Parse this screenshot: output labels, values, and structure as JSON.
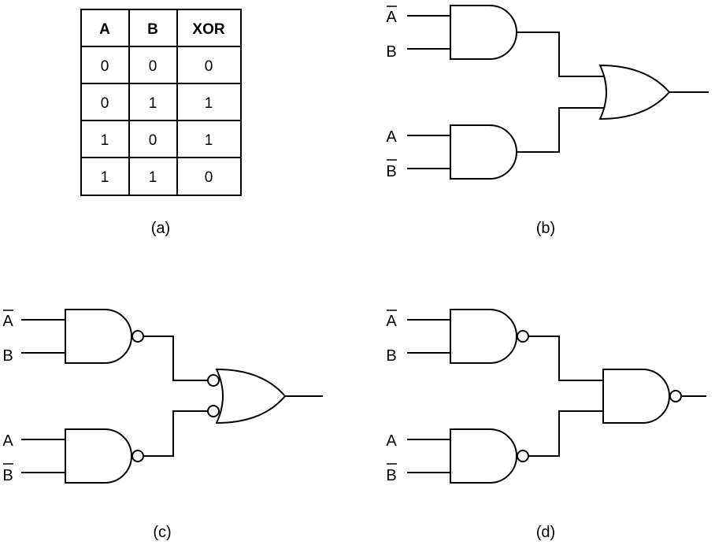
{
  "truth_table": {
    "headers": [
      "A",
      "B",
      "XOR"
    ],
    "rows": [
      [
        "0",
        "0",
        "0"
      ],
      [
        "0",
        "1",
        "1"
      ],
      [
        "1",
        "0",
        "1"
      ],
      [
        "1",
        "1",
        "0"
      ]
    ]
  },
  "captions": {
    "a": "(a)",
    "b": "(b)",
    "c": "(c)",
    "d": "(d)"
  },
  "inputs": {
    "a_bar": "A",
    "b": "B",
    "a": "A",
    "b_bar": "B"
  }
}
